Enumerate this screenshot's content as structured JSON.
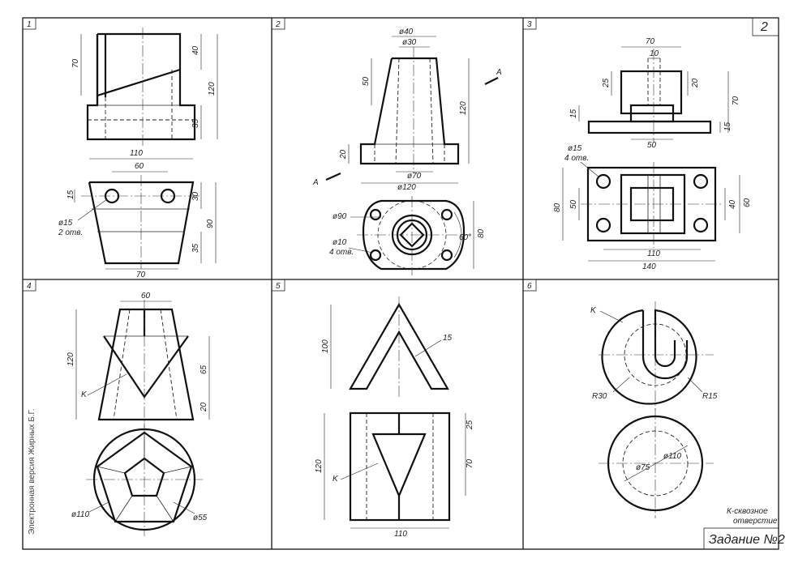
{
  "sheet_number": "2",
  "side_text": "Электронная версия Жирных Б.Г.",
  "task_label": "Задание №2",
  "panels": [
    {
      "number": "1",
      "dims": [
        "70",
        "40",
        "120",
        "35",
        "110",
        "60",
        "15",
        "30",
        "90",
        "35",
        "70"
      ],
      "notes": [
        "ø15",
        "2 отв."
      ]
    },
    {
      "number": "2",
      "dims": [
        "ø40",
        "ø30",
        "50",
        "120",
        "20",
        "ø70",
        "ø120",
        "ø90",
        "60°",
        "80"
      ],
      "notes": [
        "A",
        "A",
        "ø10",
        "4 отв."
      ]
    },
    {
      "number": "3",
      "dims": [
        "70",
        "10",
        "25",
        "20",
        "70",
        "15",
        "15",
        "50",
        "50",
        "60",
        "40",
        "80",
        "110",
        "140"
      ],
      "notes": [
        "ø15",
        "4 отв."
      ]
    },
    {
      "number": "4",
      "dims": [
        "60",
        "120",
        "65",
        "20",
        "ø110",
        "ø55"
      ],
      "notes": [
        "K"
      ]
    },
    {
      "number": "5",
      "dims": [
        "100",
        "15",
        "25",
        "120",
        "70",
        "110"
      ],
      "notes": [
        "K"
      ]
    },
    {
      "number": "6",
      "dims": [
        "R30",
        "R15",
        "ø75",
        "ø110"
      ],
      "notes": [
        "K",
        "К-сквозное",
        "отверстие"
      ]
    }
  ]
}
